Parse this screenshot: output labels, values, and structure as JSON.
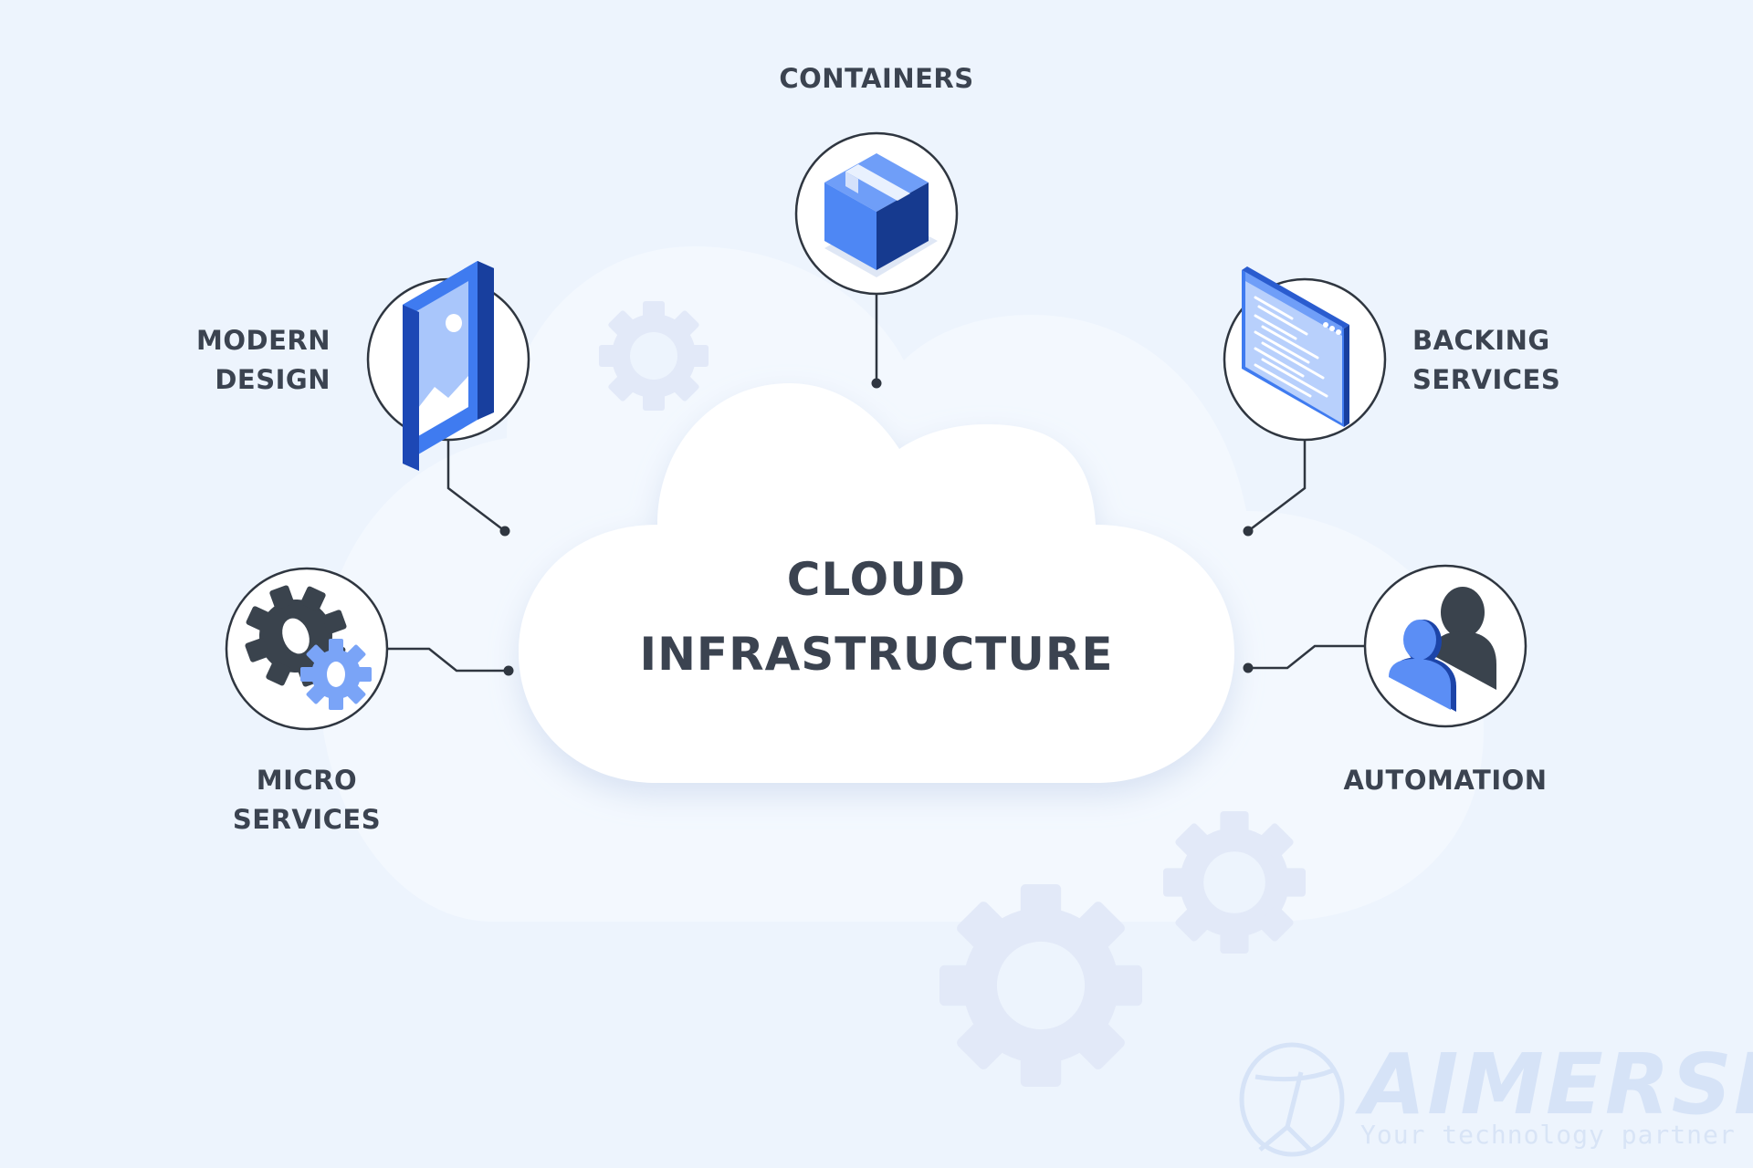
{
  "center": {
    "line1": "CLOUD",
    "line2": "INFRASTRUCTURE"
  },
  "nodes": {
    "containers": {
      "label": "CONTAINERS",
      "icon": "box-icon"
    },
    "modern_design": {
      "line1": "MODERN",
      "line2": "DESIGN",
      "icon": "image-frame-icon"
    },
    "backing_services": {
      "line1": "BACKING",
      "line2": "SERVICES",
      "icon": "browser-window-icon"
    },
    "micro_services": {
      "line1": "MICRO",
      "line2": "SERVICES",
      "icon": "gears-icon"
    },
    "automation": {
      "label": "AUTOMATION",
      "icon": "users-icon"
    }
  },
  "watermark": {
    "brand": "AIMERSE",
    "tagline": "Your technology partner"
  },
  "colors": {
    "background": "#edf4fd",
    "cloud": "#ffffff",
    "text": "#3b4350",
    "accent_blue": "#3f7bf0",
    "dark_blue": "#173f97",
    "light_blue": "#a9c6fb",
    "dark_gray": "#3a434d",
    "faint_gear": "#e2e9f8"
  }
}
